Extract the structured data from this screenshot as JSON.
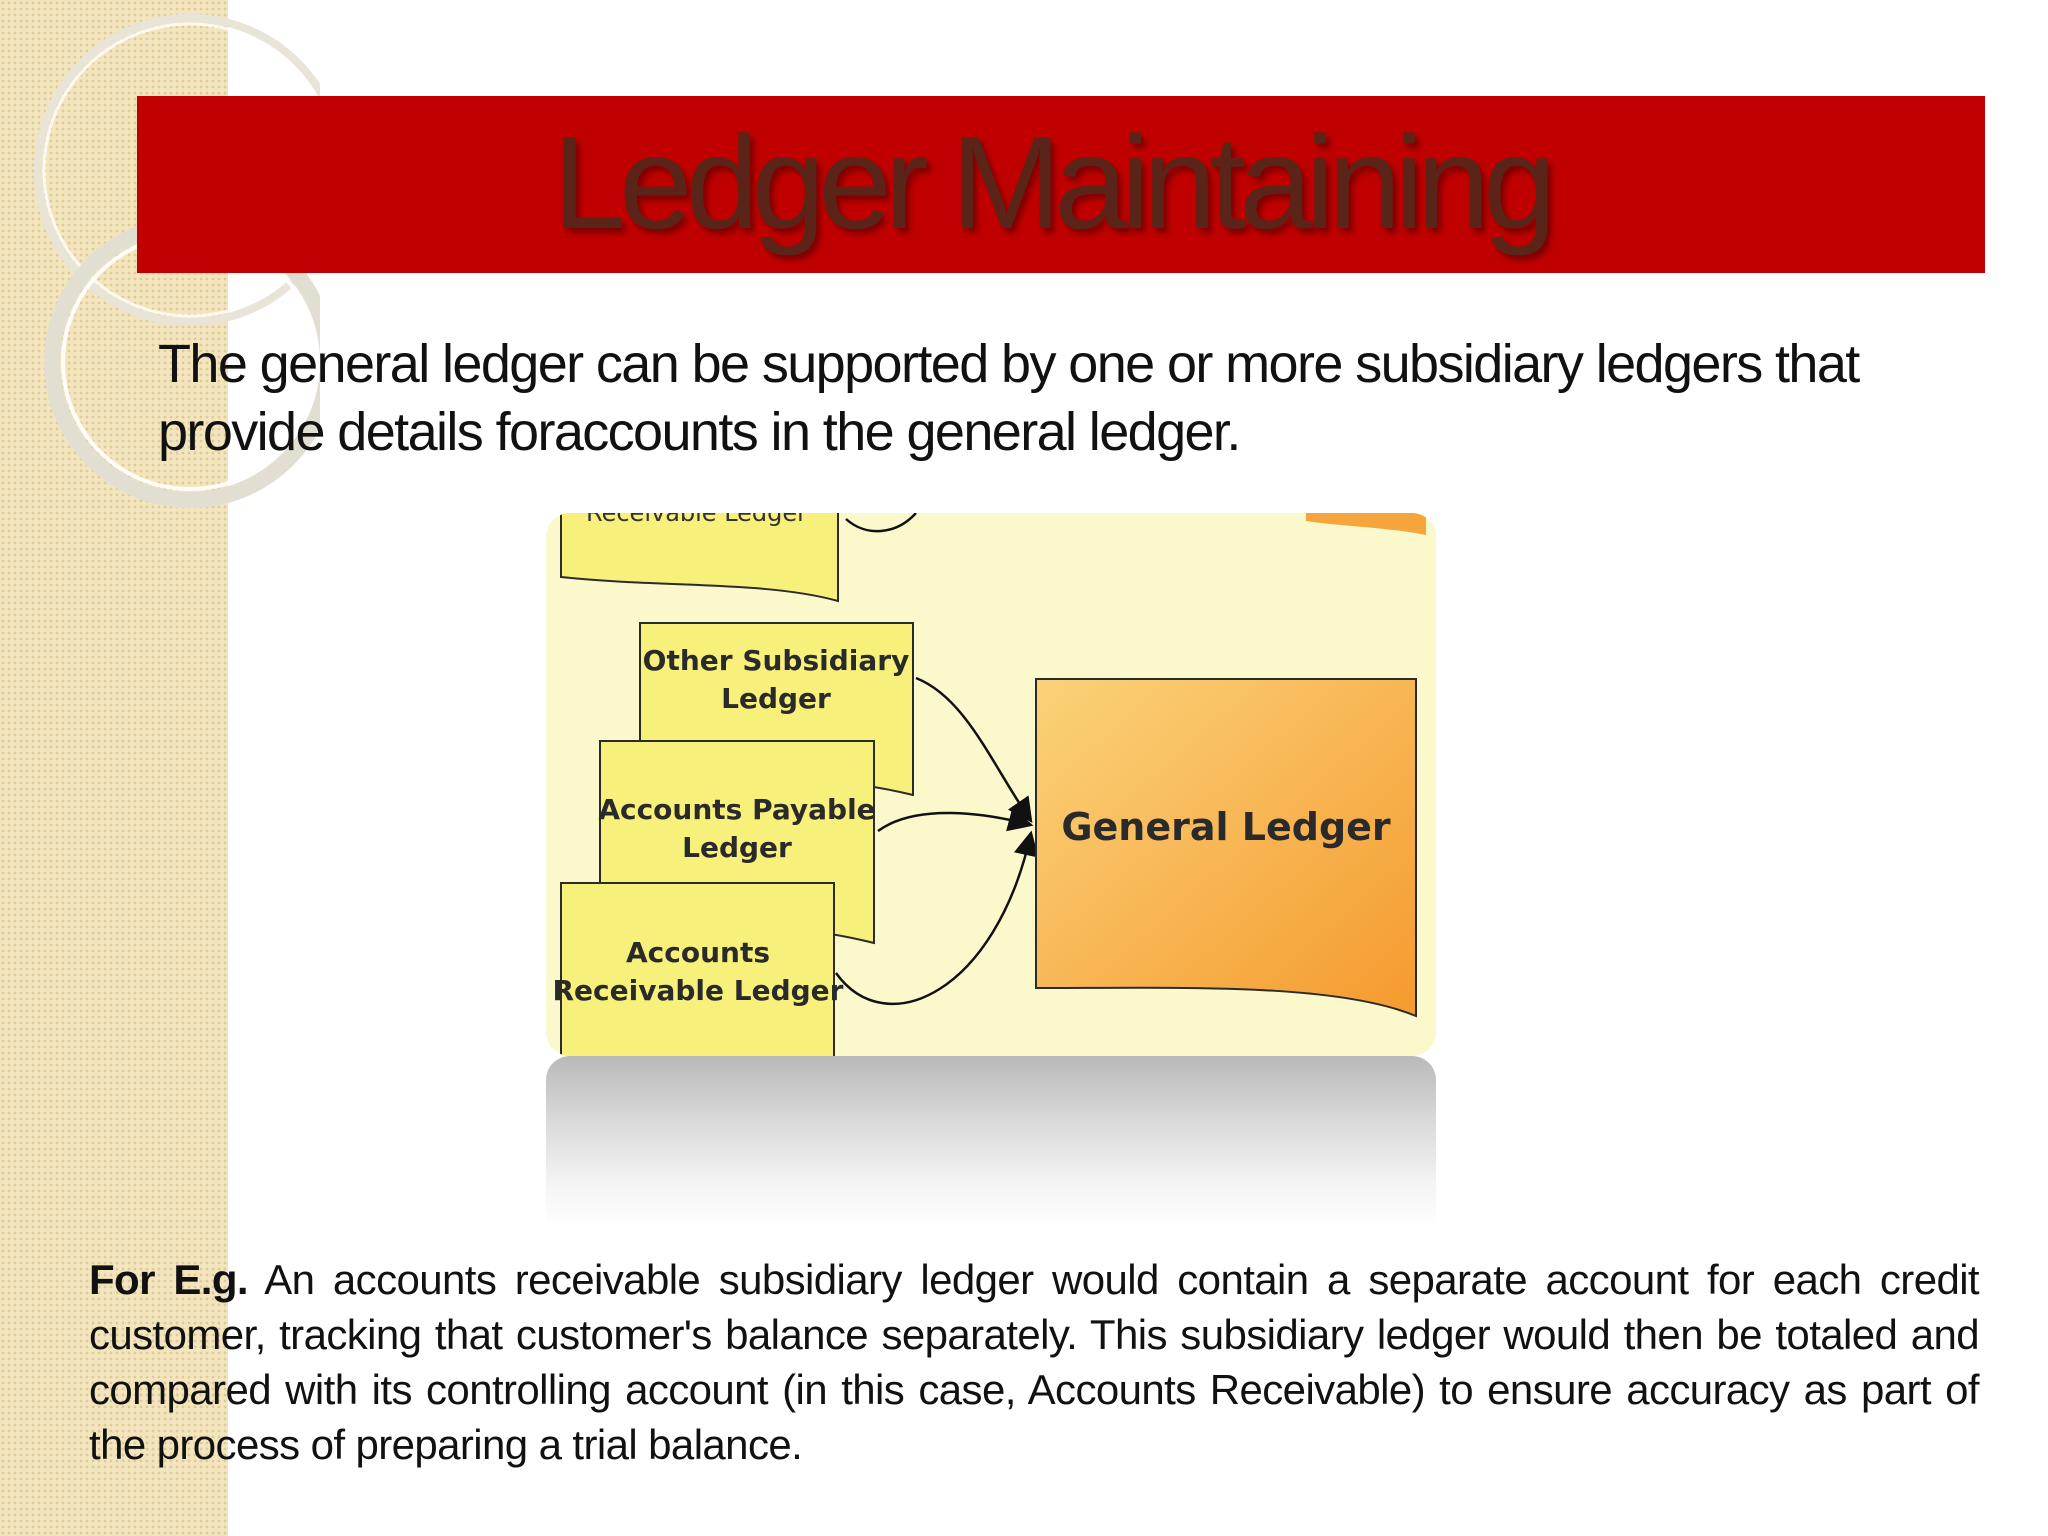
{
  "slide": {
    "title": "Ledger Maintaining",
    "intro": "The general ledger can be supported by one or more subsidiary ledgers that provide details foraccounts in the general ledger.",
    "example_lead": "For E.g.",
    "example_body": " An accounts receivable subsidiary ledger would contain a separate account for each credit customer, tracking that customer's balance separately. This subsidiary ledger would then be totaled and compared with its controlling account (in this case, Accounts Receivable) to ensure accuracy as part of the process of preparing a trial balance."
  },
  "diagram": {
    "general_ledger": "General Ledger",
    "subsidiaries": [
      {
        "line1": "Other Subsidiary",
        "line2": "Ledger"
      },
      {
        "line1": "Accounts Payable",
        "line2": "Ledger"
      },
      {
        "line1": "Accounts",
        "line2": "Receivable Ledger"
      }
    ],
    "colors": {
      "subsidiary_fill": "#f7f07a",
      "general_fill_light": "#fbd27a",
      "general_fill_dark": "#f59a2e",
      "background": "#fbf8cc"
    }
  },
  "theme": {
    "title_bar": "#c00000",
    "title_text": "#5a2418"
  }
}
